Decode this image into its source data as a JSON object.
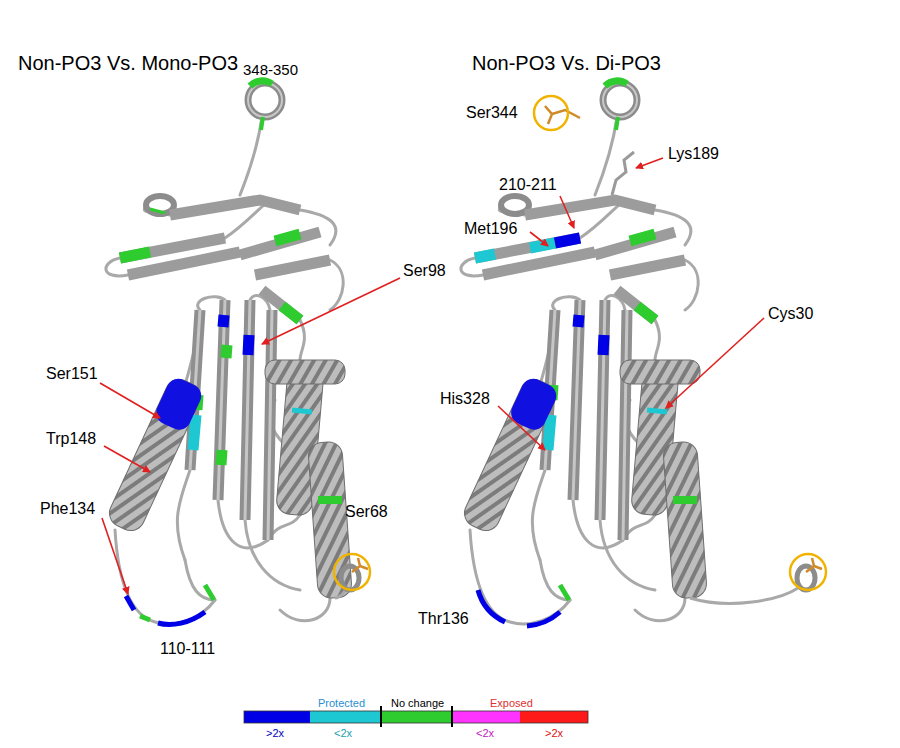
{
  "diagram": {
    "labels": [
      "Non-PO3 Vs. Mono-PO3",
      "348-350",
      "Ser98",
      "Ser151",
      "Trp148",
      "Phe134",
      "Ser68",
      "110-111",
      "Non-PO3 Vs. Di-PO3",
      "Ser344",
      "Lys189",
      "210-211",
      "Met196",
      "Cys30",
      "His328",
      "Thr136",
      "Protected",
      "Exposed"
    ],
    "legend": [
      {
        "text": ">2x",
        "color": "#0000e6"
      },
      {
        "text": "<2x",
        "color": "#1ec8d2"
      },
      {
        "text": "No change",
        "color": "#2ecc2e"
      },
      {
        "text": "<2x",
        "color": "#ff33ff"
      },
      {
        "text": ">2x",
        "color": "#ff1a1a"
      }
    ]
  }
}
